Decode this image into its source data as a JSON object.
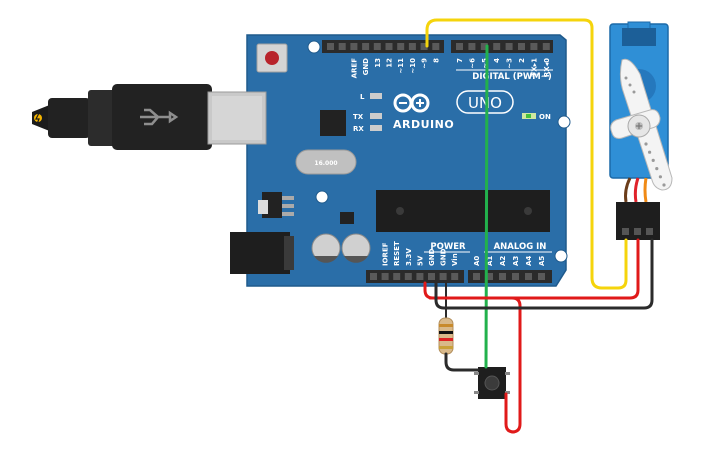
{
  "board": {
    "brand": "ARDUINO",
    "model": "UNO",
    "on_label": "ON",
    "led_l": "L",
    "led_tx": "TX",
    "led_rx": "RX",
    "digital_header": "DIGITAL (PWM~)",
    "power_header": "POWER",
    "analog_header": "ANALOG IN",
    "digital_pins": [
      "AREF",
      "GND",
      "13",
      "12",
      "~11",
      "~10",
      "~9",
      "8",
      "7",
      "~6",
      "~5",
      "4",
      "~3",
      "2",
      "TX▸1",
      "RX◂0"
    ],
    "power_pins": [
      "IOREF",
      "RESET",
      "3.3V",
      "5V",
      "GND",
      "GND",
      "Vin"
    ],
    "analog_pins": [
      "A0",
      "A1",
      "A2",
      "A3",
      "A4",
      "A5"
    ]
  },
  "wires": {
    "signal": "#f5d40c",
    "button_to_pin8": "#22b14c",
    "power_5v": "#e01a1a",
    "ground": "#2b2b2b"
  },
  "colors": {
    "board": "#2a6ea8",
    "board_edge": "#1f5a8c",
    "header": "#2b2b2b",
    "servo_body": "#2f8fd6"
  }
}
